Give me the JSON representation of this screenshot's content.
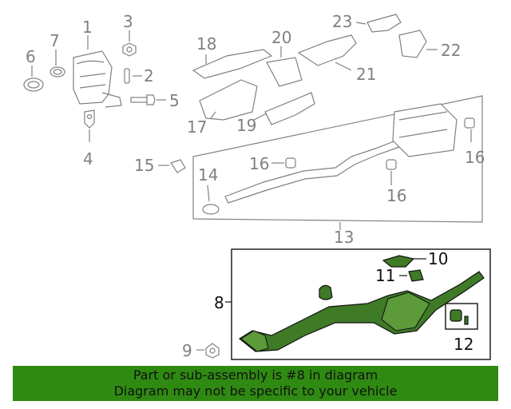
{
  "callouts": {
    "c1": "1",
    "c2": "2",
    "c3": "3",
    "c4": "4",
    "c5": "5",
    "c6": "6",
    "c7": "7",
    "c8": "8",
    "c9": "9",
    "c10": "10",
    "c11": "11",
    "c12": "12",
    "c13": "13",
    "c14": "14",
    "c15": "15",
    "c16a": "16",
    "c16b": "16",
    "c16c": "16",
    "c17": "17",
    "c18": "18",
    "c19": "19",
    "c20": "20",
    "c21": "21",
    "c22": "22",
    "c23": "23"
  },
  "banner": {
    "line1": "Part or sub-assembly is #8 in diagram",
    "line2": "Diagram may not be specific to your vehicle"
  },
  "colors": {
    "highlight_part": "#3f7a27",
    "banner_bg": "#2f8a12",
    "line_art": "#808080"
  }
}
